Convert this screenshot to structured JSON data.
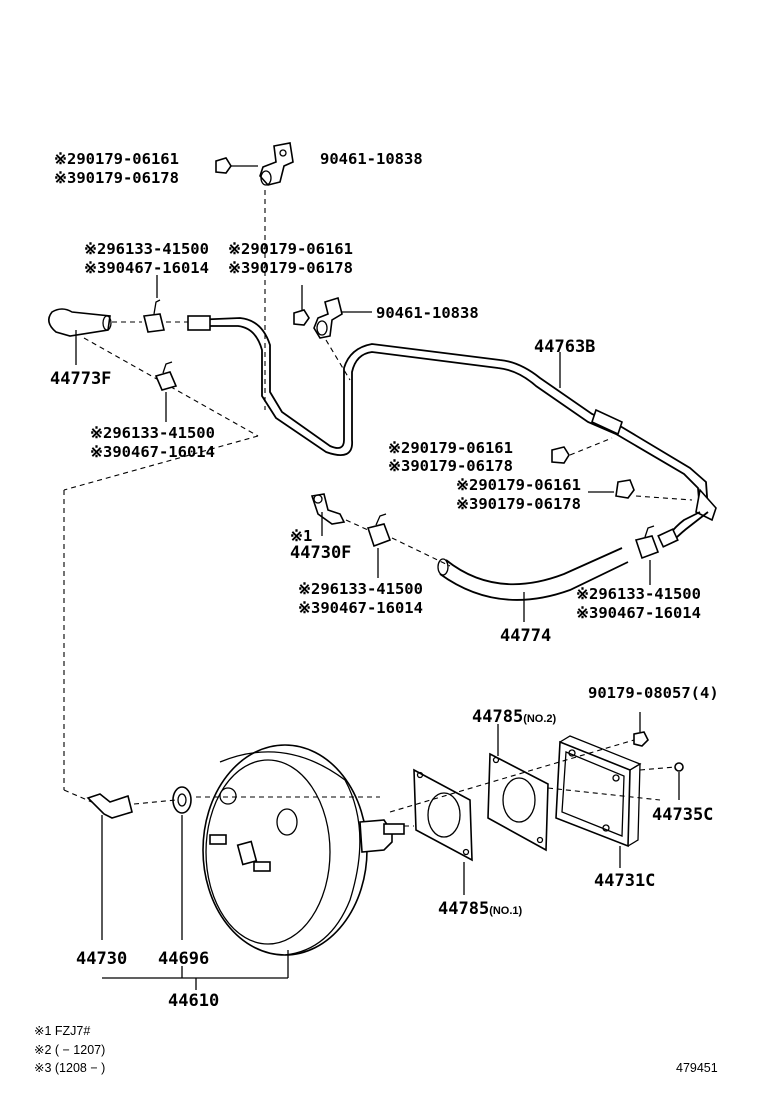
{
  "parts": {
    "clamp_sensor_top_opt2": "※290179-06161",
    "clamp_sensor_top_opt3": "※390179-06178",
    "bracket_top": "90461-10838",
    "clip_a_opt2": "※296133-41500",
    "clip_a_opt3": "※390467-16014",
    "clamp_mid_opt2": "※290179-06161",
    "clamp_mid_opt3": "※390179-06178",
    "bracket_mid": "90461-10838",
    "hose_elbow": "44773F",
    "clip_b_opt2": "※296133-41500",
    "clip_b_opt3": "※390467-16014",
    "tube_main": "44763B",
    "clamp_r1_opt2": "※290179-06161",
    "clamp_r1_opt3": "※390179-06178",
    "clamp_r2_opt2": "※290179-06161",
    "clamp_r2_opt3": "※390179-06178",
    "check_valve_mark": "※1",
    "check_valve": "44730F",
    "clip_c_opt2": "※296133-41500",
    "clip_c_opt3": "※390467-16014",
    "clip_d_opt2": "※296133-41500",
    "clip_d_opt3": "※390467-16014",
    "hose_main": "44774",
    "nut": "90179-08057(4)",
    "gasket_no2": "44785",
    "gasket_no2_suffix": "(NO.2)",
    "pin": "44735C",
    "spacer": "44731C",
    "gasket_no1": "44785",
    "gasket_no1_suffix": "(NO.1)",
    "union": "44730",
    "grommet": "44696",
    "booster": "44610"
  },
  "notes": {
    "n1": "※1 FZJ7#",
    "n2": "※2 (        − 1207)",
    "n3": "※3 (1208 −        )"
  },
  "drawing_number": "479451"
}
